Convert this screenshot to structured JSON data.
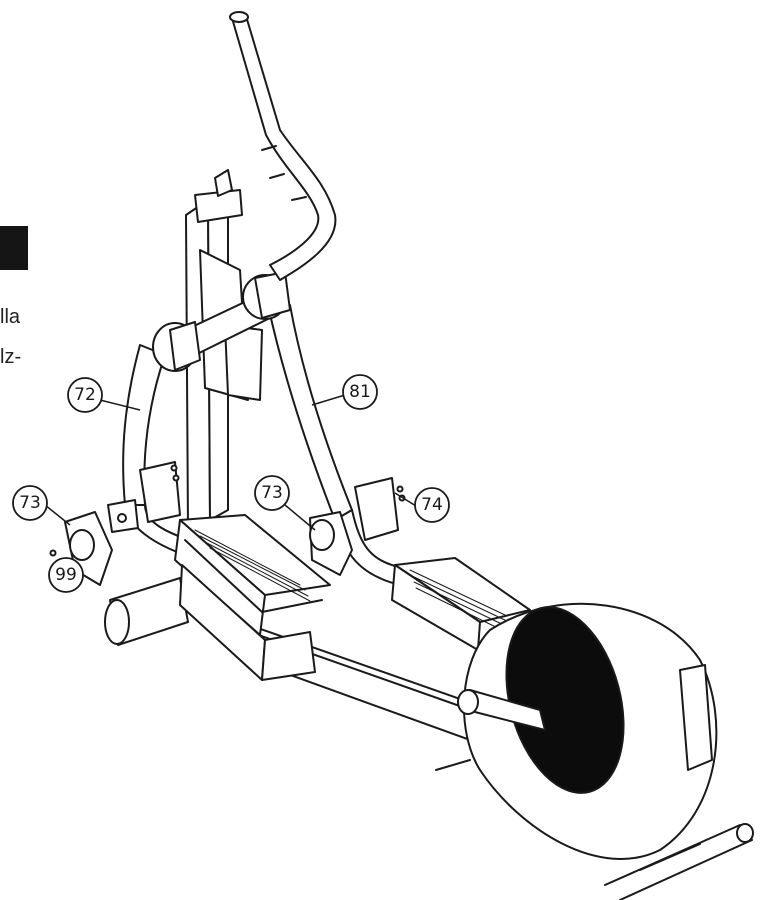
{
  "side_text": {
    "line1": "lla",
    "line2": "lz-"
  },
  "callouts": [
    {
      "id": "72",
      "label": "72"
    },
    {
      "id": "81",
      "label": "81"
    },
    {
      "id": "73a",
      "label": "73"
    },
    {
      "id": "73b",
      "label": "73"
    },
    {
      "id": "74",
      "label": "74"
    },
    {
      "id": "99",
      "label": "99"
    }
  ],
  "colors": {
    "line": "#1a1a1a",
    "fill": "#ffffff",
    "flywheel": "#0c0c0c"
  }
}
